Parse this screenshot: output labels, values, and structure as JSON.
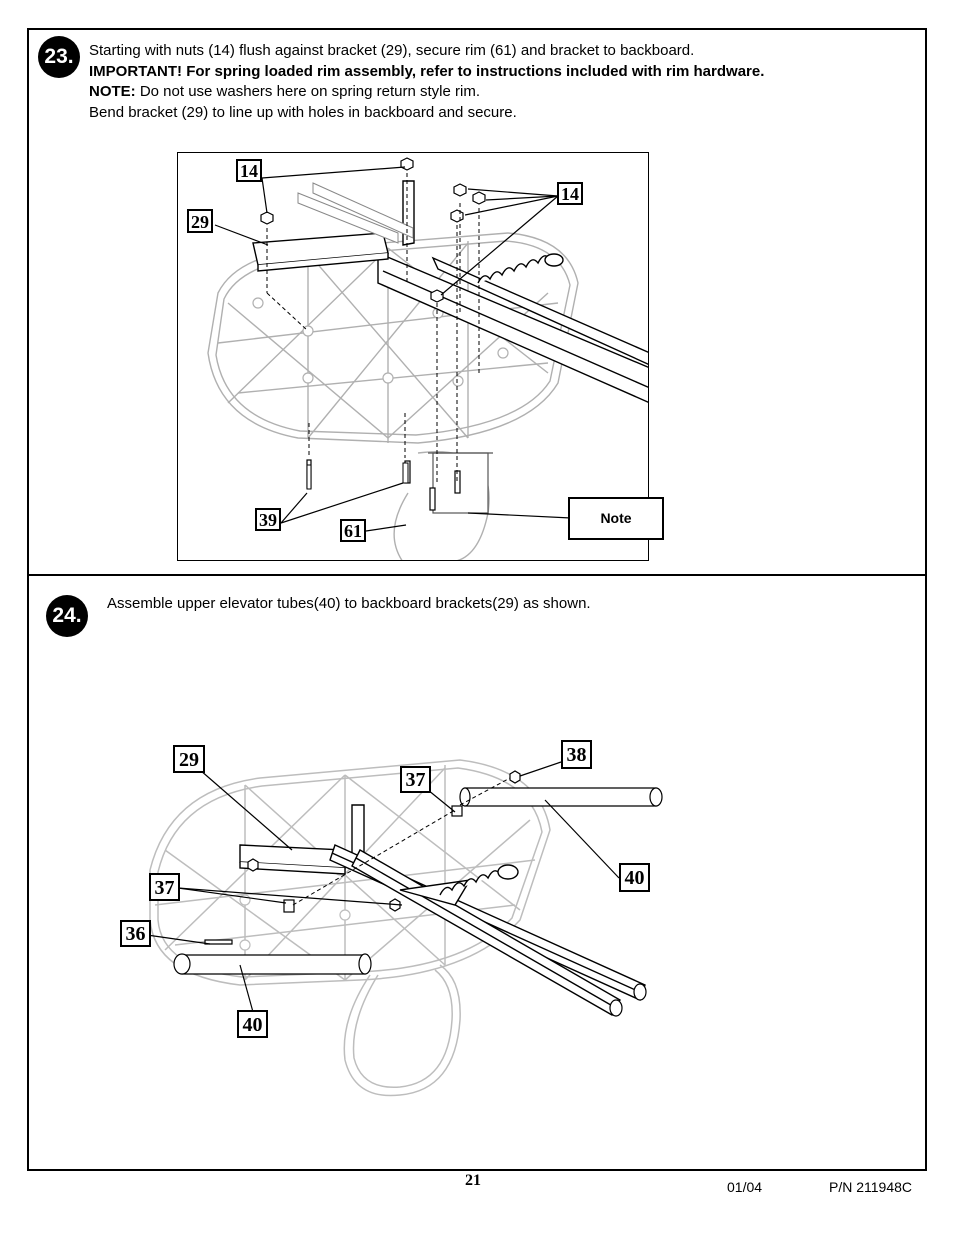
{
  "step23": {
    "number": "23.",
    "lines": [
      "Starting with nuts (14) flush against bracket (29), secure rim (61) and bracket to backboard.",
      "IMPORTANT! For spring loaded rim assembly, refer to instructions included with rim hardware.",
      "Do not use washers here on spring return style rim.",
      "Bend bracket (29) to line up with holes in backboard and secure."
    ],
    "note_prefix": "NOTE:",
    "callouts": {
      "c14a": "14",
      "c14b": "14",
      "c29": "29",
      "c39": "39",
      "c61": "61"
    },
    "note_label": "Note"
  },
  "step24": {
    "number": "24.",
    "text": "Assemble upper elevator tubes(40) to backboard brackets(29) as shown.",
    "callouts": {
      "c29": "29",
      "c37a": "37",
      "c38": "38",
      "c40a": "40",
      "c37b": "37",
      "c36": "36",
      "c40b": "40"
    }
  },
  "footer": {
    "page": "21",
    "date": "01/04",
    "part": "P/N 211948C"
  }
}
